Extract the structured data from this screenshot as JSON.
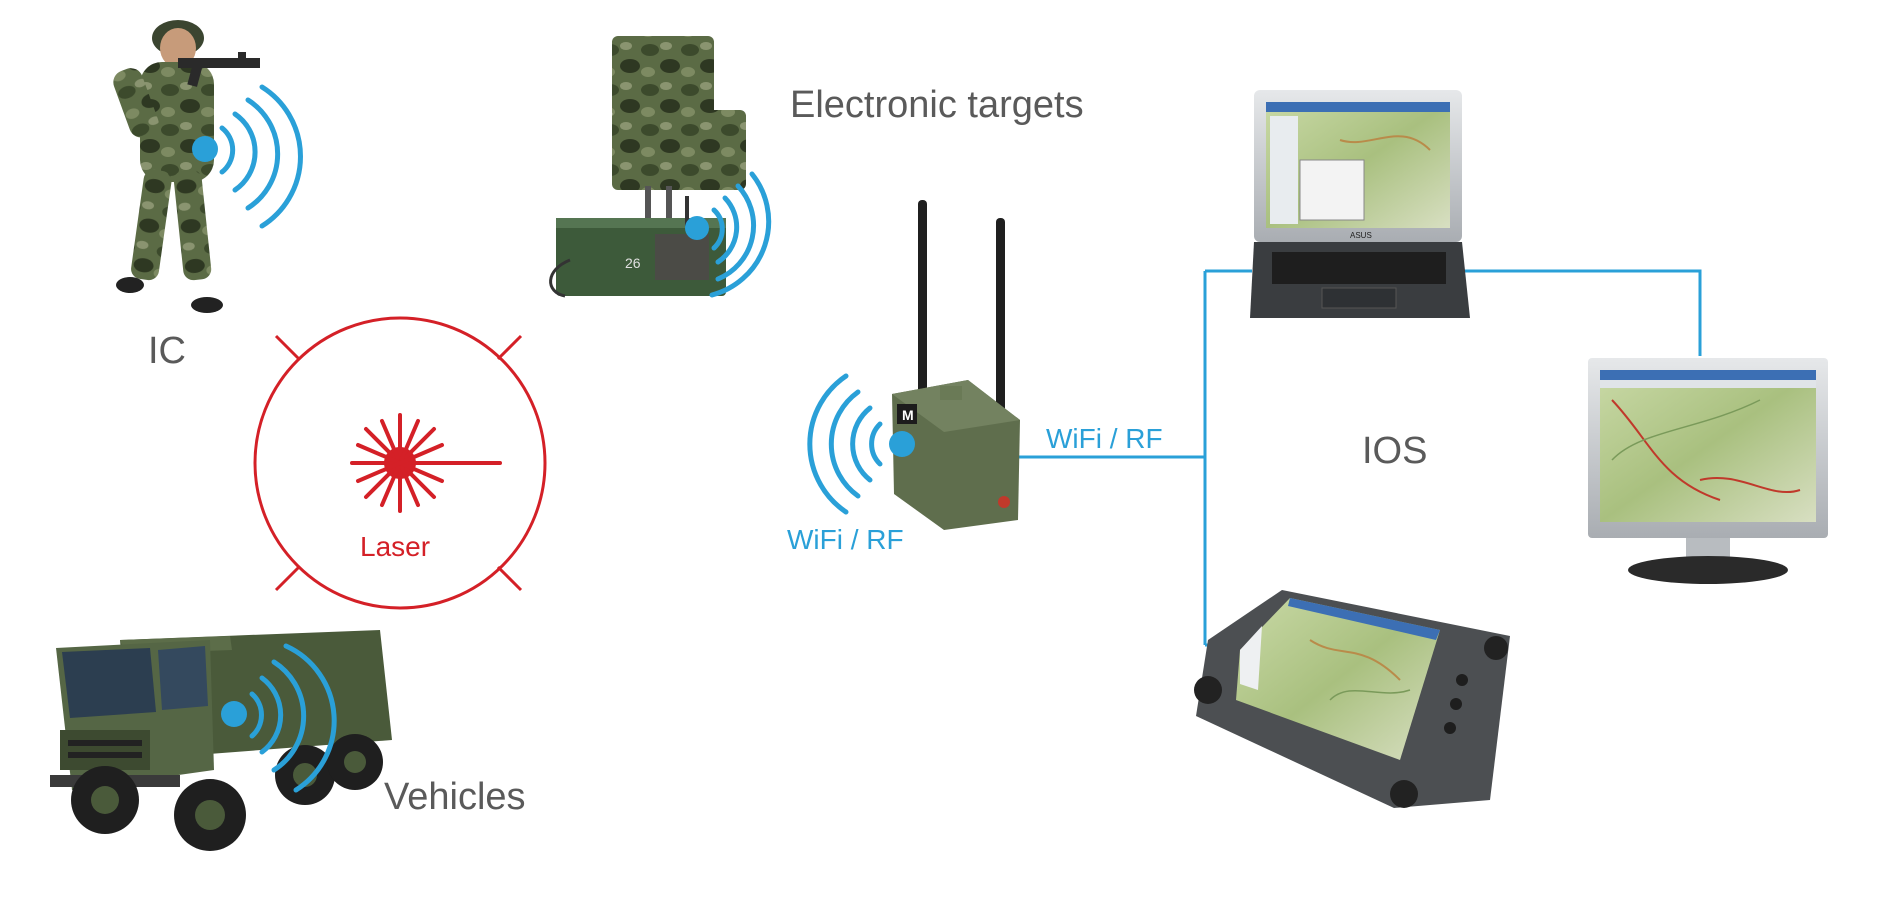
{
  "labels": {
    "ic": "IC",
    "electronic_targets": "Electronic targets",
    "laser": "Laser",
    "vehicles": "Vehicles",
    "ios": "IOS",
    "wifi_rf_left": "WiFi / RF",
    "wifi_rf_right": "WiFi / RF"
  },
  "device_text": {
    "target_box_number": "26",
    "base_station_badge": "M",
    "laptop_brand": "ASUS"
  },
  "colors": {
    "signal_blue": "#2aa0d8",
    "laser_red": "#d42027",
    "label_gray": "#5a5a5a",
    "camo_green": "#4a5a3a"
  },
  "icons": [
    "soldier-figure",
    "electronic-target",
    "laser-burst-icon",
    "military-truck",
    "base-station",
    "laptop",
    "desktop-monitor",
    "rugged-tablet",
    "wireless-signal-icon"
  ]
}
